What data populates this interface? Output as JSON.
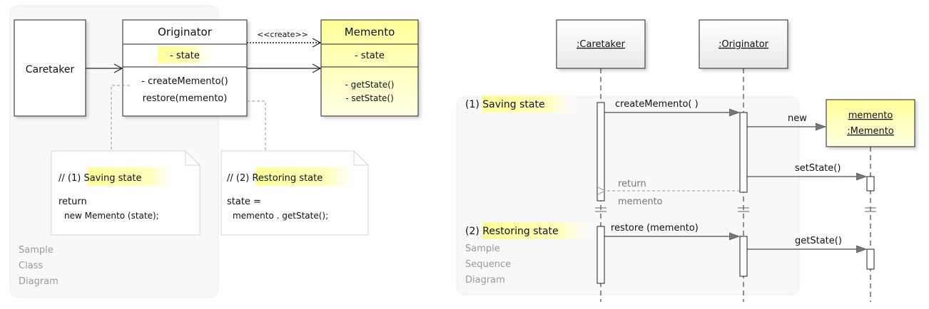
{
  "class_diagram": {
    "caretaker": {
      "name": "Caretaker"
    },
    "originator": {
      "name": "Originator",
      "attribute": "- state",
      "operations": [
        "- createMemento()",
        "restore(memento)"
      ]
    },
    "memento": {
      "name": "Memento",
      "attribute": "- state",
      "operations": [
        "- getState()",
        "- setState()"
      ]
    },
    "create_label": "<<create>>",
    "note_saving": {
      "prefix": "// (1) ",
      "title": "Saving state",
      "lines": [
        "return",
        "new Memento (state);"
      ]
    },
    "note_restoring": {
      "prefix": "// (2) ",
      "title": "Restoring state",
      "lines": [
        "state =",
        "memento . getState();"
      ]
    },
    "caption": [
      "Sample",
      "Class",
      "Diagram"
    ]
  },
  "sequence_diagram": {
    "caretaker": ":Caretaker",
    "originator": ":Originator",
    "memento": [
      "memento",
      ":Memento"
    ],
    "phase1": {
      "prefix": "(1) ",
      "title": "Saving state"
    },
    "phase2": {
      "prefix": "(2) ",
      "title": "Restoring state"
    },
    "messages": {
      "create_memento": "createMemento( )",
      "new": "new",
      "set_state": "setState()",
      "return": "return",
      "return_value": "memento",
      "restore": "restore (memento)",
      "get_state": "getState()"
    },
    "caption": [
      "Sample",
      "Sequence",
      "Diagram"
    ]
  },
  "colors": {
    "highlight": "#ffffa0",
    "box_fill": "#ffffff",
    "memento_fill": "#ffffcc",
    "panel_bg": "#f7f7f7",
    "caption_text": "#9a9a9a"
  }
}
